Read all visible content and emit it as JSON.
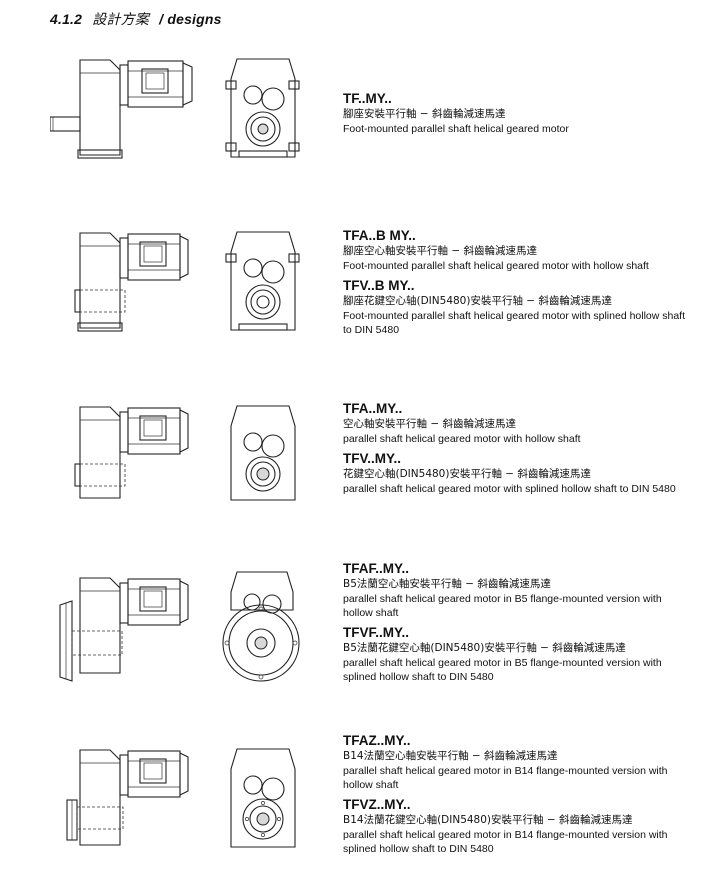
{
  "header": {
    "number": "4.1.2",
    "title_cn": "設計方案",
    "separator": "/",
    "title_en": "designs"
  },
  "sections": [
    {
      "models": [
        {
          "code": "TF..MY..",
          "cn": "腳座安裝平行軸 − 斜齒輪減速馬達",
          "en": "Foot-mounted parallel shaft helical geared motor"
        }
      ]
    },
    {
      "models": [
        {
          "code": "TFA..B MY..",
          "cn": "腳座空心軸安裝平行軸 − 斜齒輪減速馬達",
          "en": "Foot-mounted parallel shaft helical geared motor with hollow shaft"
        },
        {
          "code": "TFV..B MY..",
          "cn": "腳座花鍵空心轴(DIN5480)安裝平行轴 − 斜齒輪減速馬達",
          "en": "Foot-mounted parallel shaft helical geared motor with splined hollow shaft to DIN 5480"
        }
      ]
    },
    {
      "models": [
        {
          "code": "TFA..MY..",
          "cn": "空心軸安裝平行軸 − 斜齒輪減速馬達",
          "en": "parallel shaft helical geared motor with hollow shaft"
        },
        {
          "code": "TFV..MY..",
          "cn": "花鍵空心軸(DIN5480)安裝平行軸 − 斜齒輪減速馬達",
          "en": "parallel shaft helical geared motor with splined hollow shaft to DIN 5480"
        }
      ]
    },
    {
      "models": [
        {
          "code": "TFAF..MY..",
          "cn": "B5法蘭空心軸安裝平行軸 − 斜齒輪減速馬達",
          "en": "parallel shaft helical geared motor in B5 flange-mounted version with hollow shaft"
        },
        {
          "code": "TFVF..MY..",
          "cn": "B5法蘭花鍵空心軸(DIN5480)安裝平行軸 − 斜齒輪減速馬達",
          "en": "parallel shaft helical geared motor in B5 flange-mounted version with splined hollow shaft to DIN 5480"
        }
      ]
    },
    {
      "models": [
        {
          "code": "TFAZ..MY..",
          "cn": "B14法蘭空心軸安裝平行軸 − 斜齒輪減速馬達",
          "en": "parallel shaft helical geared motor in B14 flange-mounted version with hollow shaft"
        },
        {
          "code": "TFVZ..MY..",
          "cn": "B14法蘭花鍵空心軸(DIN5480)安裝平行軸 − 斜齒輪減速馬達",
          "en": "parallel shaft helical geared motor in B14 flange-mounted version with splined hollow shaft to DIN 5480"
        }
      ]
    }
  ]
}
